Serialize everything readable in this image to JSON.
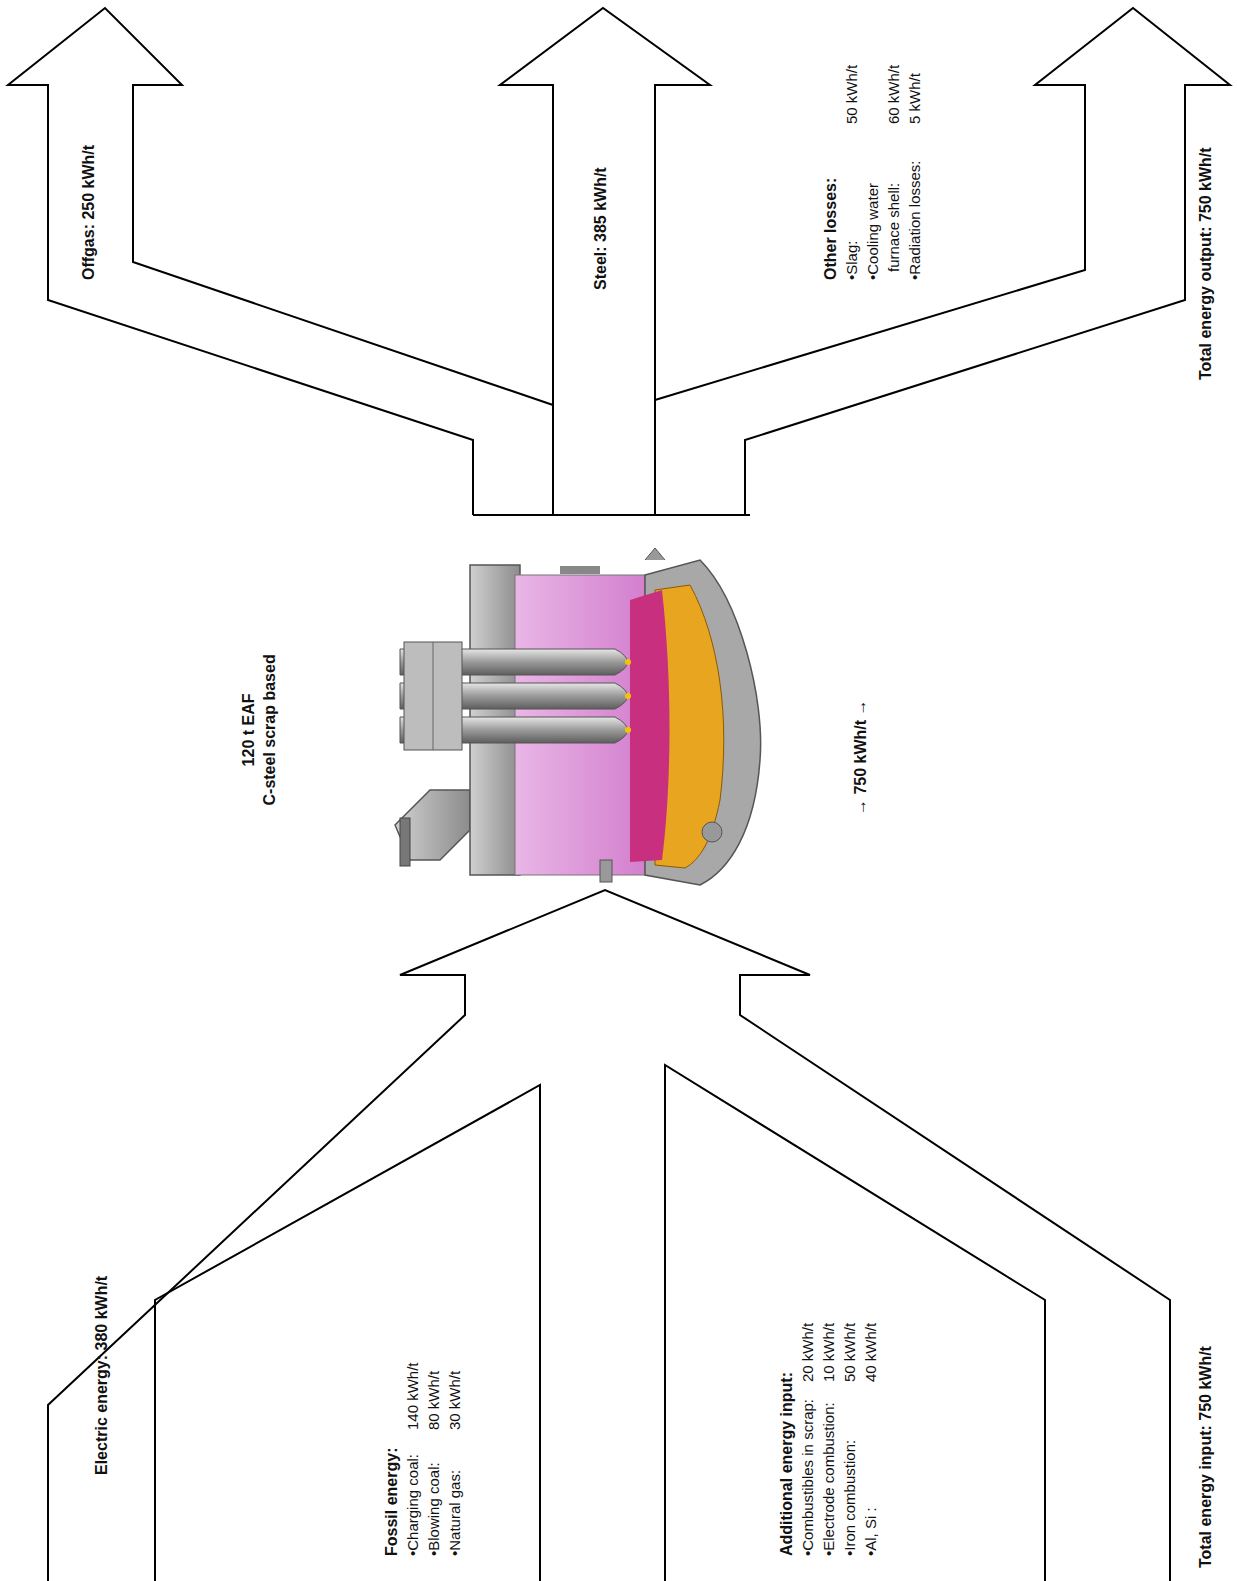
{
  "diagram": {
    "nodes": [
      {
        "text": [
          "Electric energy: 380 kWh/t"
        ]
      },
      {
        "text": [
          "Fossil energy:",
          "•Charging coal:",
          "140 kWh/t",
          "•Blowing coal:",
          "80 kWh/t",
          "•Natural gas:",
          "30 kWh/t"
        ]
      },
      {
        "text": [
          "Additional energy input:",
          "•Combustibles in scrap:",
          "20 kWh/t",
          "•Electrode combustion:",
          "10 kWh/t",
          "•Iron combustion:",
          "50 kWh/t",
          "•Al, Si :",
          "40 kWh/t"
        ]
      },
      {
        "text": [
          "120 t EAF",
          "C-steel scrap based"
        ]
      },
      {
        "text": [
          "Offgas: 250 kWh/t"
        ]
      },
      {
        "text": [
          "Steel: 385 kWh/t"
        ]
      },
      {
        "text": [
          "Other losses:",
          "•Slag:",
          "50 kWh/t",
          "•Cooling water furnace shell:",
          "60 kWh/t",
          "•Radiation losses:",
          "5 kWh/t"
        ]
      }
    ],
    "labels": [
      "→ 750 kWh/t →",
      "Total energy input: 750 kWh/t",
      "Total energy output: 750 kWh/t"
    ]
  }
}
